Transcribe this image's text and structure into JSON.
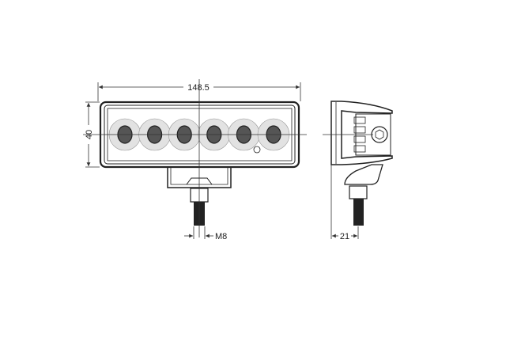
{
  "dimensions": {
    "width": "148.5",
    "height": "40",
    "thread": "M8",
    "depth": "21"
  },
  "lens_count": 6,
  "colors": {
    "line": "#222222",
    "lens": "#555555",
    "background": "#ffffff"
  }
}
